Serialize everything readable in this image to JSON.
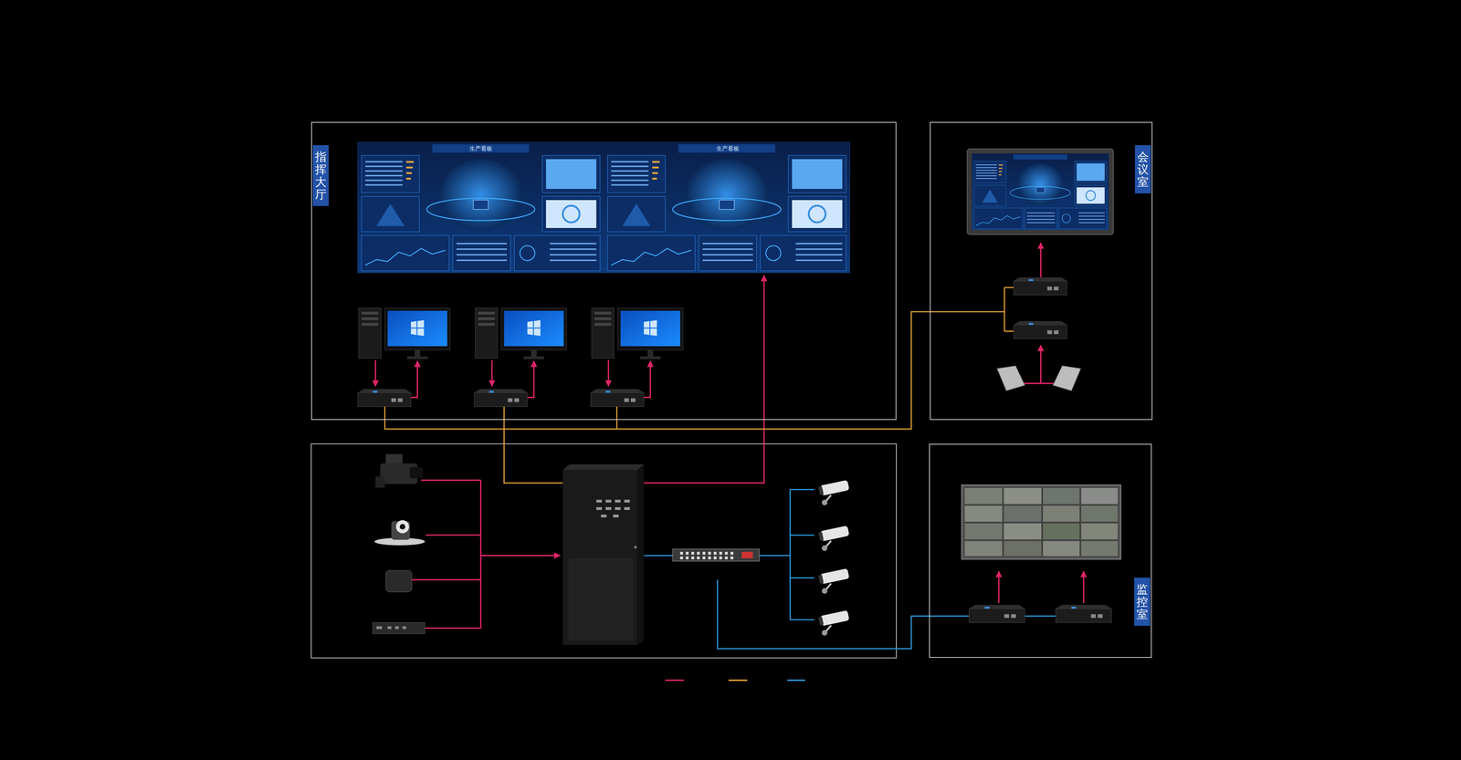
{
  "diagram": {
    "nodes": [
      {
        "text": [
          "指挥大厅"
        ]
      },
      {
        "text": [
          "会议室"
        ]
      },
      {
        "text": [
          "监控室"
        ]
      }
    ],
    "labels": [
      "生产看板",
      "生产看板"
    ]
  }
}
